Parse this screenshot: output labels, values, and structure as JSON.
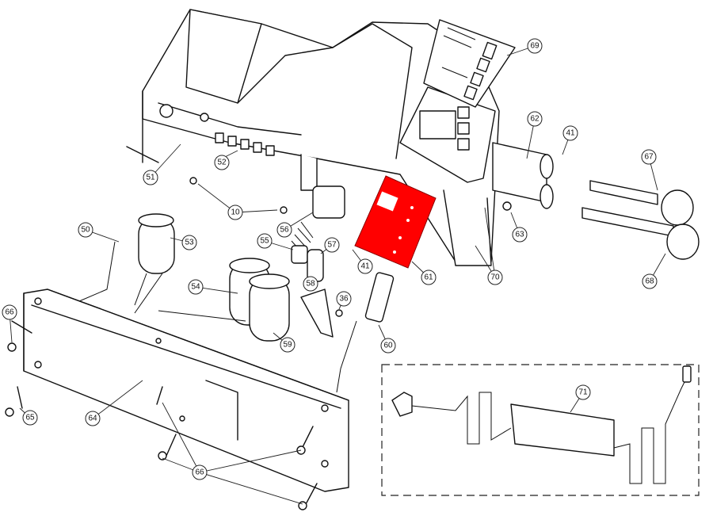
{
  "highlight_color": "#ff0000",
  "callouts": {
    "c10": "10",
    "c36": "36",
    "c41a": "41",
    "c41b": "41",
    "c50": "50",
    "c51": "51",
    "c52": "52",
    "c53": "53",
    "c54": "54",
    "c55": "55",
    "c56": "56",
    "c57": "57",
    "c58": "58",
    "c59": "59",
    "c60": "60",
    "c61": "61",
    "c62": "62",
    "c63": "63",
    "c64": "64",
    "c65": "65",
    "c66a": "66",
    "c66b": "66",
    "c67": "67",
    "c68": "68",
    "c69": "69",
    "c70": "70",
    "c71": "71"
  }
}
